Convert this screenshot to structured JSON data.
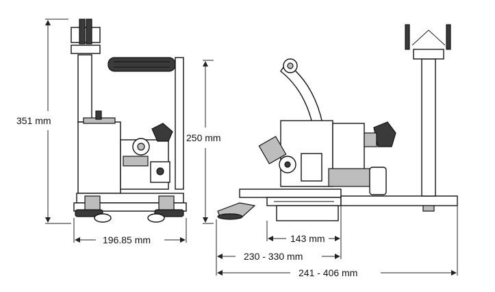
{
  "dimensions": {
    "height_total": "351 mm",
    "height_side": "250 mm",
    "width_front": "196.85 mm",
    "len_1": "143 mm",
    "len_2": "230 - 330 mm",
    "len_3": "241 - 406 mm"
  },
  "colors": {
    "line": "#111111",
    "shade_dark": "#3a3a3a",
    "shade_light": "#bdbdbd",
    "background": "#ffffff"
  }
}
